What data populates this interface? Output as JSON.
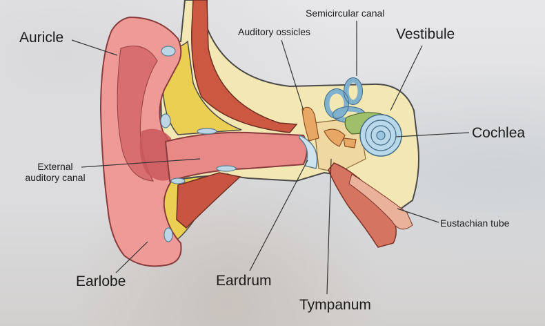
{
  "labels": {
    "auricle": "Auricle",
    "semicircular_canal": "Semicircular canal",
    "auditory_ossicles": "Auditory ossicles",
    "vestibule": "Vestibule",
    "cochlea": "Cochlea",
    "external_auditory_canal_line1": "External",
    "external_auditory_canal_line2": "auditory canal",
    "eustachian_tube": "Eustachian tube",
    "earlobe": "Earlobe",
    "eardrum": "Eardrum",
    "tympanum": "Tympanum"
  },
  "colors": {
    "skin": "#e98d8b",
    "skin_dark": "#c9565a",
    "bone": "#f3e7b2",
    "fat": "#e9cd4e",
    "muscle": "#c9523e",
    "inner_ear_blue": "#b9d7e8",
    "ossicle": "#e6a86a",
    "line": "#333333"
  }
}
